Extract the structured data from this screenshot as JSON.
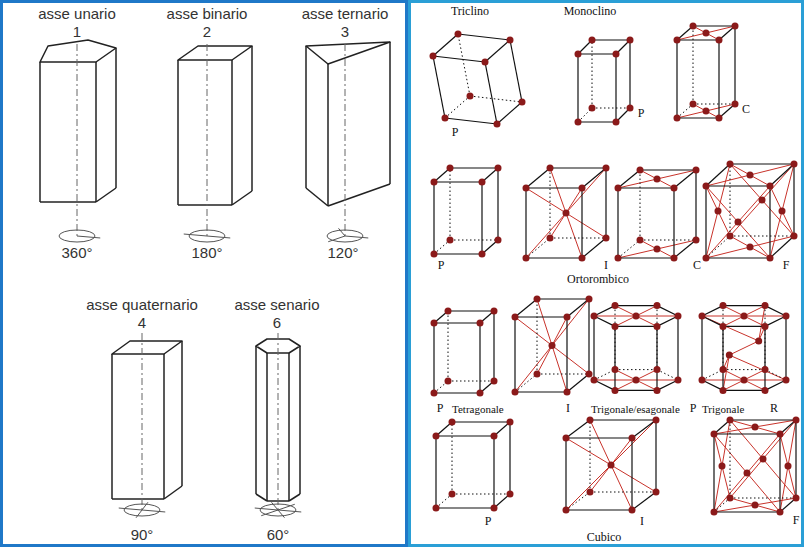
{
  "diagram": {
    "labels": [
      "asse unario",
      "asse binario",
      "asse ternario",
      "1",
      "2",
      "3",
      "360°",
      "180°",
      "120°",
      "asse quaternario",
      "asse senario",
      "4",
      "6",
      "90°",
      "60°",
      "Triclino",
      "Monoclino",
      "P",
      "P",
      "C",
      "P",
      "I",
      "C",
      "F",
      "Ortorombico",
      "P",
      "Tetragonale",
      "I",
      "Trigonale/esagonale",
      "P",
      "Trigonale",
      "R",
      "P",
      "I",
      "F",
      "Cubico"
    ]
  }
}
